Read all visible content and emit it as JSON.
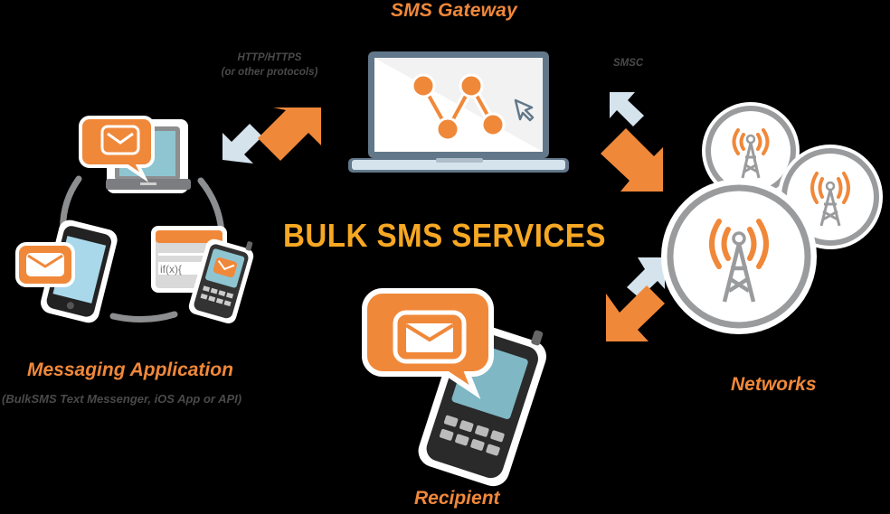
{
  "diagram": {
    "title": "BULK SMS SERVICES",
    "colors": {
      "orange": "#f0883a",
      "title_yellow": "#f7a823",
      "arrow_light": "#d5e3ed",
      "gray_ring": "#9a9b9d",
      "laptop_frame": "#62788a",
      "background": "#000000",
      "label_gray": "#4a4a4a"
    },
    "nodes": {
      "gateway": {
        "title": "SMS Gateway",
        "icon": "laptop-network-graph-icon"
      },
      "application": {
        "title": "Messaging Application",
        "subtitle": "(BulkSMS Text Messenger, iOS App or API)",
        "icons": [
          "laptop-message-icon",
          "smartphone-message-icon",
          "api-code-window-icon",
          "mobile-phone-message-icon"
        ],
        "code_snippet": "if(x){"
      },
      "networks": {
        "title": "Networks",
        "icon": "cell-tower-icon",
        "tower_count": 3
      },
      "recipient": {
        "title": "Recipient",
        "icon": "mobile-phone-message-icon"
      }
    },
    "connections": [
      {
        "from": "application",
        "to": "gateway",
        "label_line1": "HTTP/HTTPS",
        "label_line2": "(or other protocols)",
        "bidirectional": true
      },
      {
        "from": "gateway",
        "to": "networks",
        "label_line1": "SMSC",
        "bidirectional": true
      },
      {
        "from": "networks",
        "to": "recipient",
        "bidirectional": true
      }
    ]
  }
}
